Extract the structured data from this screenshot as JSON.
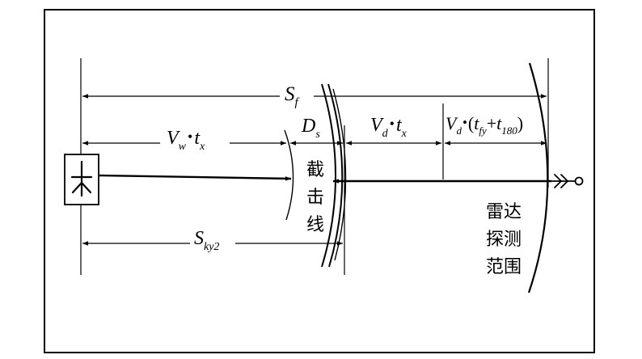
{
  "diagram": {
    "labels": {
      "sf_main": "S",
      "sf_sub": "f",
      "vw_main": "V",
      "vw_sub": "w",
      "vw_dot": "•",
      "vw_t": "t",
      "vw_tsub": "x",
      "ds_main": "D",
      "ds_sub": "s",
      "vd_main": "V",
      "vd_sub": "d",
      "vd_dot": "•",
      "vd_t": "t",
      "vd_tsub": "x",
      "vd2_main": "V",
      "vd2_sub": "d",
      "vd2_dot": "•",
      "vd2_open": "(",
      "vd2_t1": "t",
      "vd2_t1sub": "fy",
      "vd2_plus": "+",
      "vd2_t2": "t",
      "vd2_t2sub": "180",
      "vd2_close": ")",
      "sky_main": "S",
      "sky_sub": "ky2",
      "intercept_line": [
        "截",
        "击",
        "线"
      ],
      "radar_range_row1": "雷达",
      "radar_range_row2": "探测",
      "radar_range_row3": "范围"
    },
    "icons": {
      "left": "aircraft-icon",
      "right": "missile-icon"
    }
  }
}
